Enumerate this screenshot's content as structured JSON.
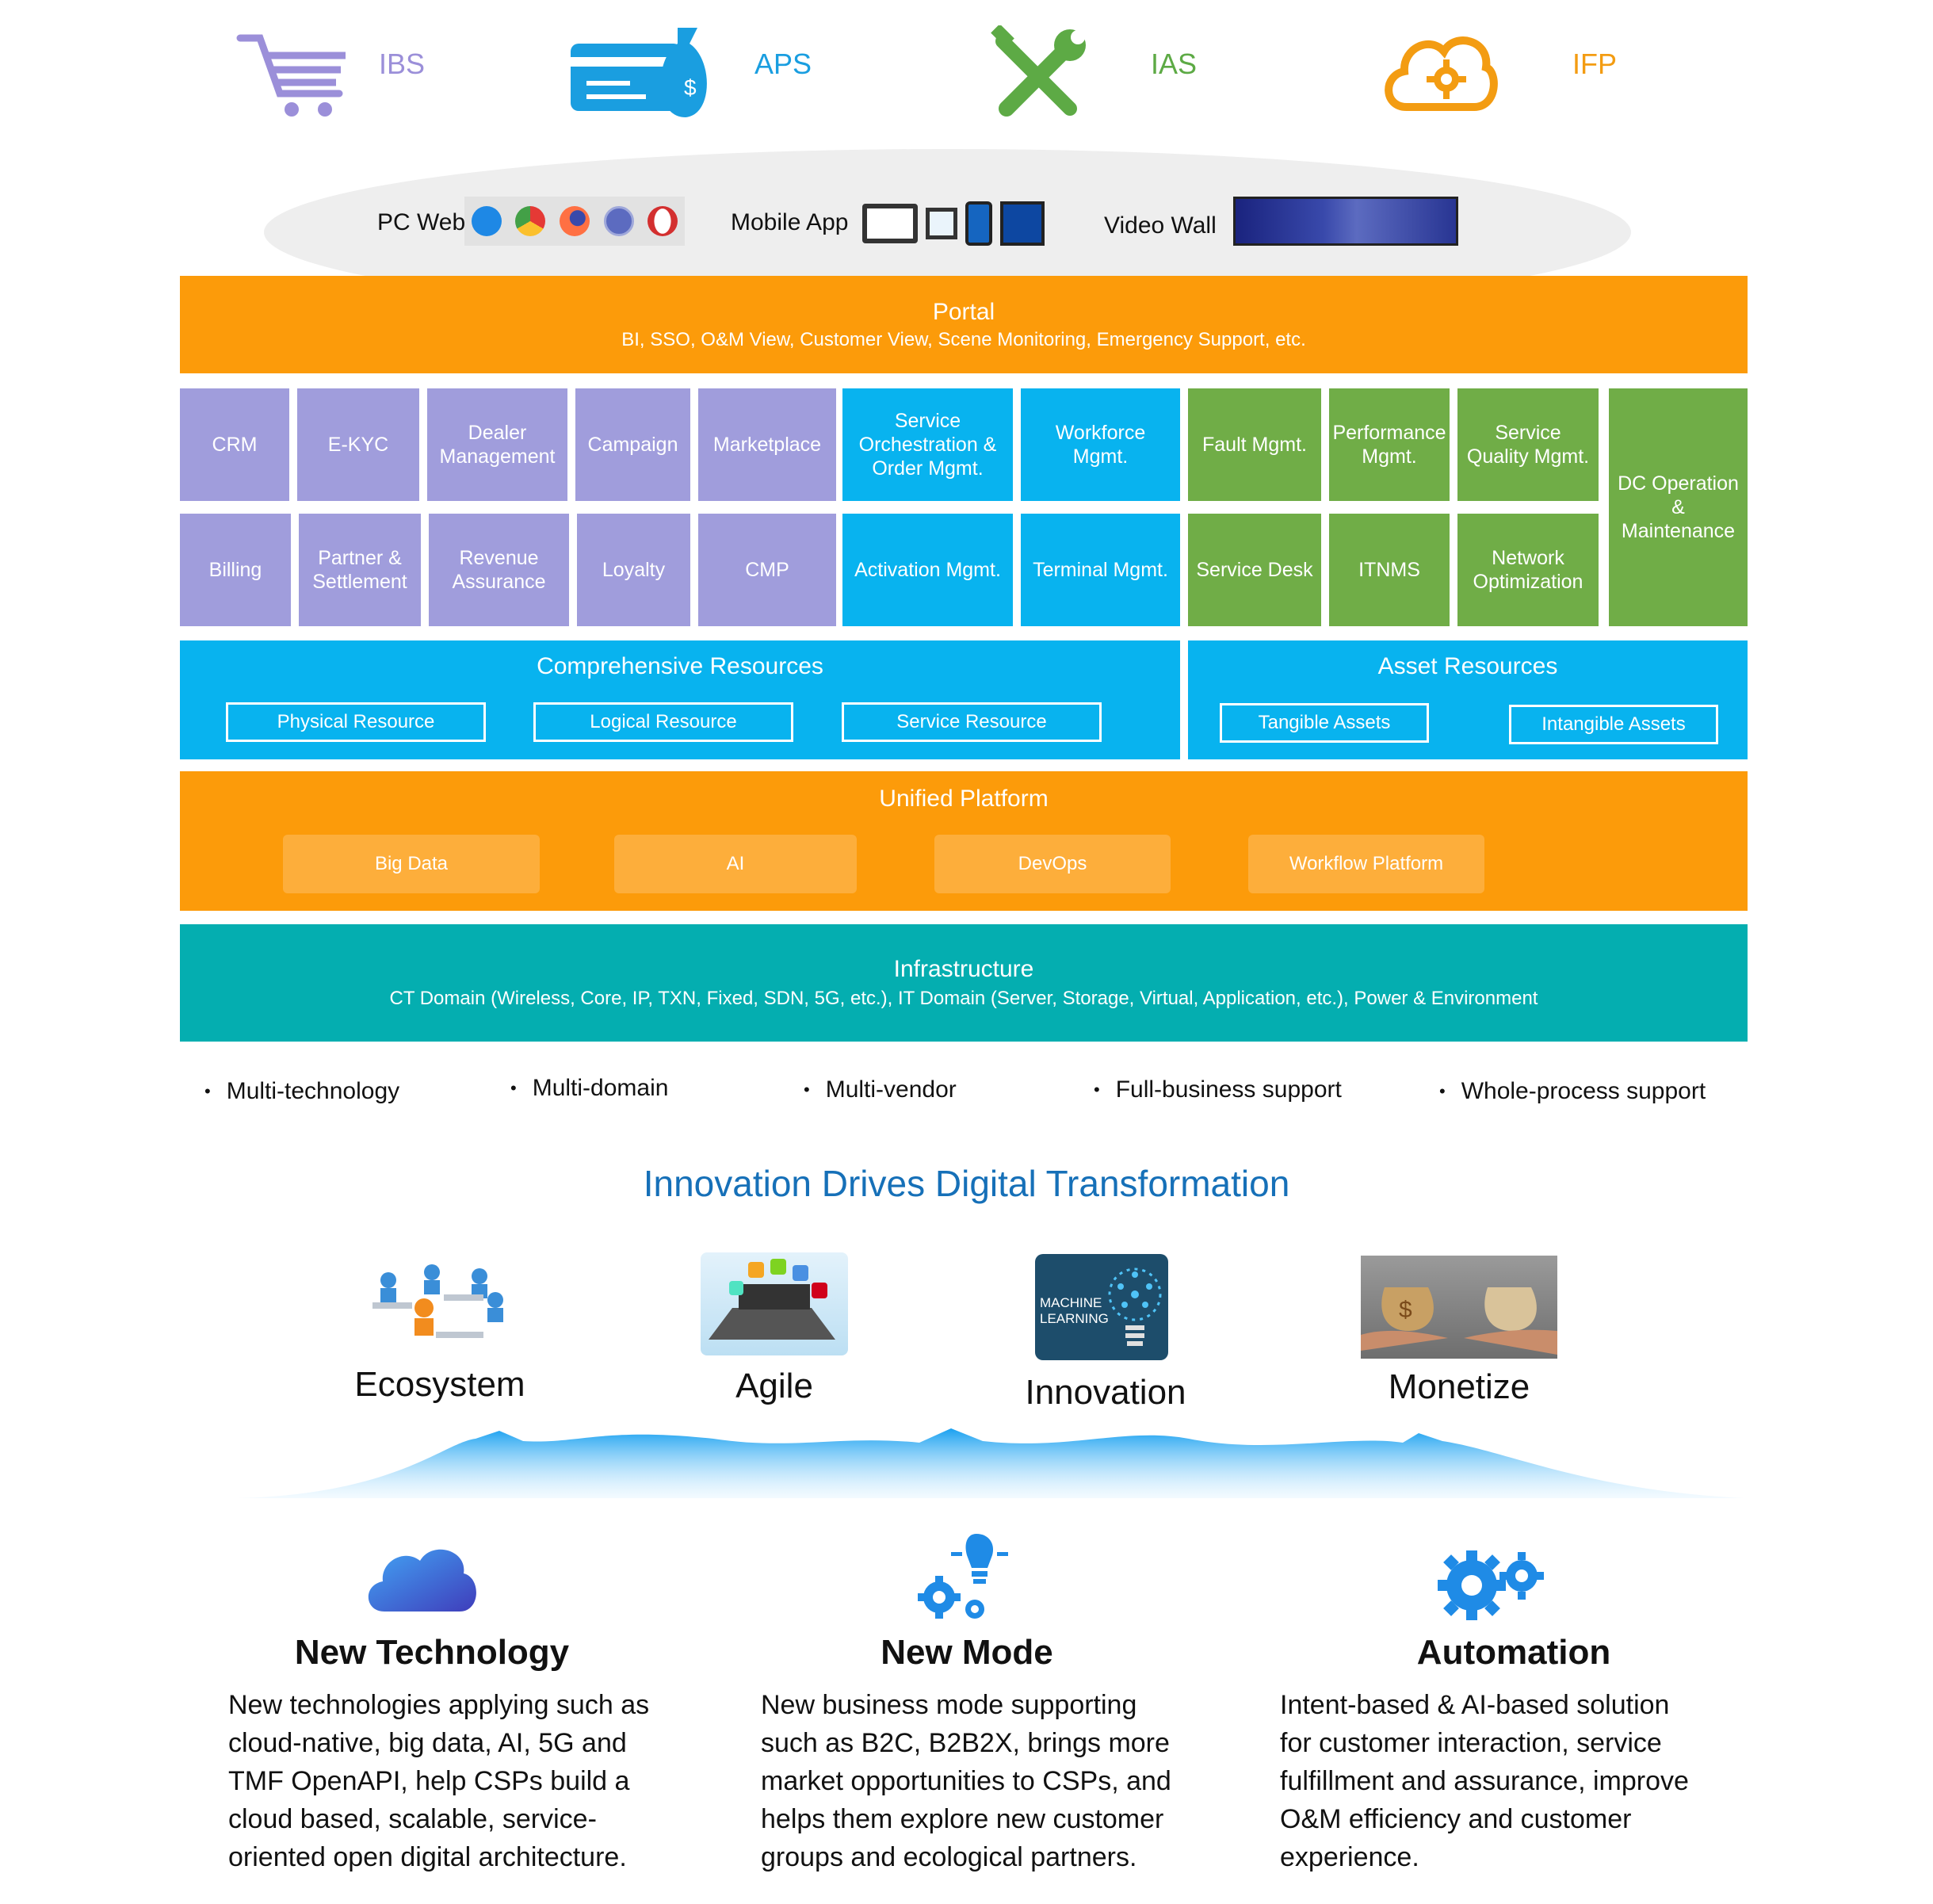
{
  "products": [
    {
      "label": "IBS",
      "icon": "shopping-cart-icon",
      "color": "#9b8fd9"
    },
    {
      "label": "APS",
      "icon": "payment-card-icon",
      "color": "#1a9ee0"
    },
    {
      "label": "IAS",
      "icon": "tools-icon",
      "color": "#5daa45"
    },
    {
      "label": "IFP",
      "icon": "cloud-gear-icon",
      "color": "#f39c12"
    }
  ],
  "channels": {
    "pc_web": "PC Web",
    "mobile_app": "Mobile App",
    "video_wall": "Video Wall"
  },
  "portal": {
    "title": "Portal",
    "subtitle": "BI, SSO, O&M View, Customer View, Scene Monitoring, Emergency Support, etc."
  },
  "modules": {
    "crm": "CRM",
    "ekyc": "E-KYC",
    "dealer": "Dealer Management",
    "campaign": "Campaign",
    "marketplace": "Marketplace",
    "service_orch": "Service Orchestration & Order Mgmt.",
    "workforce": "Workforce Mgmt.",
    "fault": "Fault Mgmt.",
    "performance": "Performance Mgmt.",
    "sqm": "Service Quality Mgmt.",
    "dc_operation": "DC Operation & Maintenance",
    "billing": "Billing",
    "partner": "Partner & Settlement",
    "revenue": "Revenue Assurance",
    "loyalty": "Loyalty",
    "cmp": "CMP",
    "activation": "Activation Mgmt.",
    "terminal": "Terminal Mgmt.",
    "service_desk": "Service Desk",
    "itnms": "ITNMS",
    "network_opt": "Network Optimization"
  },
  "comprehensive": {
    "title": "Comprehensive Resources",
    "items": [
      "Physical Resource",
      "Logical Resource",
      "Service Resource"
    ]
  },
  "asset": {
    "title": "Asset Resources",
    "items": [
      "Tangible Assets",
      "Intangible Assets"
    ]
  },
  "unified": {
    "title": "Unified Platform",
    "items": [
      "Big Data",
      "AI",
      "DevOps",
      "Workflow Platform"
    ]
  },
  "infrastructure": {
    "title": "Infrastructure",
    "subtitle": "CT  Domain (Wireless, Core, IP, TXN, Fixed, SDN, 5G, etc.), IT Domain (Server, Storage, Virtual, Application, etc.), Power & Environment"
  },
  "features": [
    "Multi-technology",
    "Multi-domain",
    "Multi-vendor",
    "Full-business support",
    "Whole-process support"
  ],
  "headline": "Innovation Drives Digital Transformation",
  "pillars": [
    "Ecosystem",
    "Agile",
    "Innovation",
    "Monetize"
  ],
  "ml_text": [
    "MACHINE",
    "LEARNING"
  ],
  "columns": [
    {
      "title": "New Technology",
      "icon": "cloud-icon",
      "lines": [
        "New technologies applying such as",
        "cloud-native, big data, AI, 5G and",
        "TMF OpenAPI, help CSPs build a",
        "cloud based, scalable, service-",
        "oriented open digital architecture."
      ]
    },
    {
      "title": "New Mode",
      "icon": "gears-lightbulb-icon",
      "lines": [
        "New business mode supporting",
        "such as B2C, B2B2X, brings more",
        "market opportunities to CSPs, and",
        "helps them explore new customer",
        "groups and ecological partners."
      ]
    },
    {
      "title": "Automation",
      "icon": "gears-icon",
      "lines": [
        "Intent-based & AI-based solution",
        "for customer interaction, service",
        "fulfillment and assurance, improve",
        "O&M efficiency and customer",
        "experience."
      ]
    }
  ],
  "colors": {
    "orange": "#fc9b0a",
    "purple": "#a09ddc",
    "blue": "#08b3ef",
    "green": "#70ad47",
    "teal": "#04aeb0",
    "headline": "#1670b8"
  }
}
